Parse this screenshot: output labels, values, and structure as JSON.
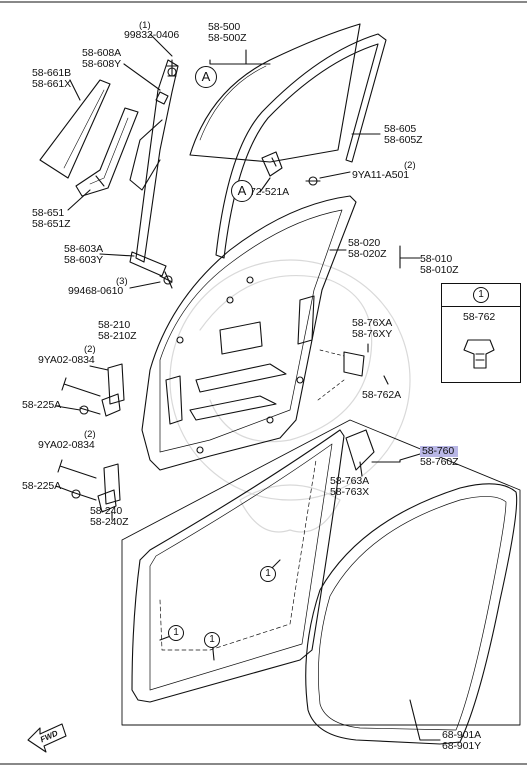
{
  "labels": {
    "p99832": "99832-0406",
    "p608a": "58-608A",
    "p608y": "58-608Y",
    "p661b": "58-661B",
    "p661x": "58-661X",
    "p500": "58-500",
    "p500z": "58-500Z",
    "p605": "58-605",
    "p605z": "58-605Z",
    "p9ya11": "9YA11-A501",
    "p72521a": "72-521A",
    "p651": "58-651",
    "p651z": "58-651Z",
    "p603a": "58-603A",
    "p603y": "58-603Y",
    "p99468": "99468-0610",
    "p020": "58-020",
    "p020z": "58-020Z",
    "p010": "58-010",
    "p010z": "58-010Z",
    "p76xa": "58-76XA",
    "p76xy": "58-76XY",
    "p762a": "58-762A",
    "p762": "58-762",
    "p210": "58-210",
    "p210z": "58-210Z",
    "p9ya02": "9YA02-0834",
    "p225a": "58-225A",
    "p240": "58-240",
    "p240z": "58-240Z",
    "p763a": "58-763A",
    "p763x": "58-763X",
    "p760": "58-760",
    "p760z": "58-760Z",
    "p901a": "68-901A",
    "p901y": "68-901Y"
  },
  "qty": {
    "one": "(1)",
    "two": "(2)",
    "three": "(3)"
  },
  "refs": {
    "a": "A",
    "one": "1"
  },
  "fwd": "FWD",
  "colors": {
    "highlight": "#b9b7e6",
    "line": "#111111"
  }
}
